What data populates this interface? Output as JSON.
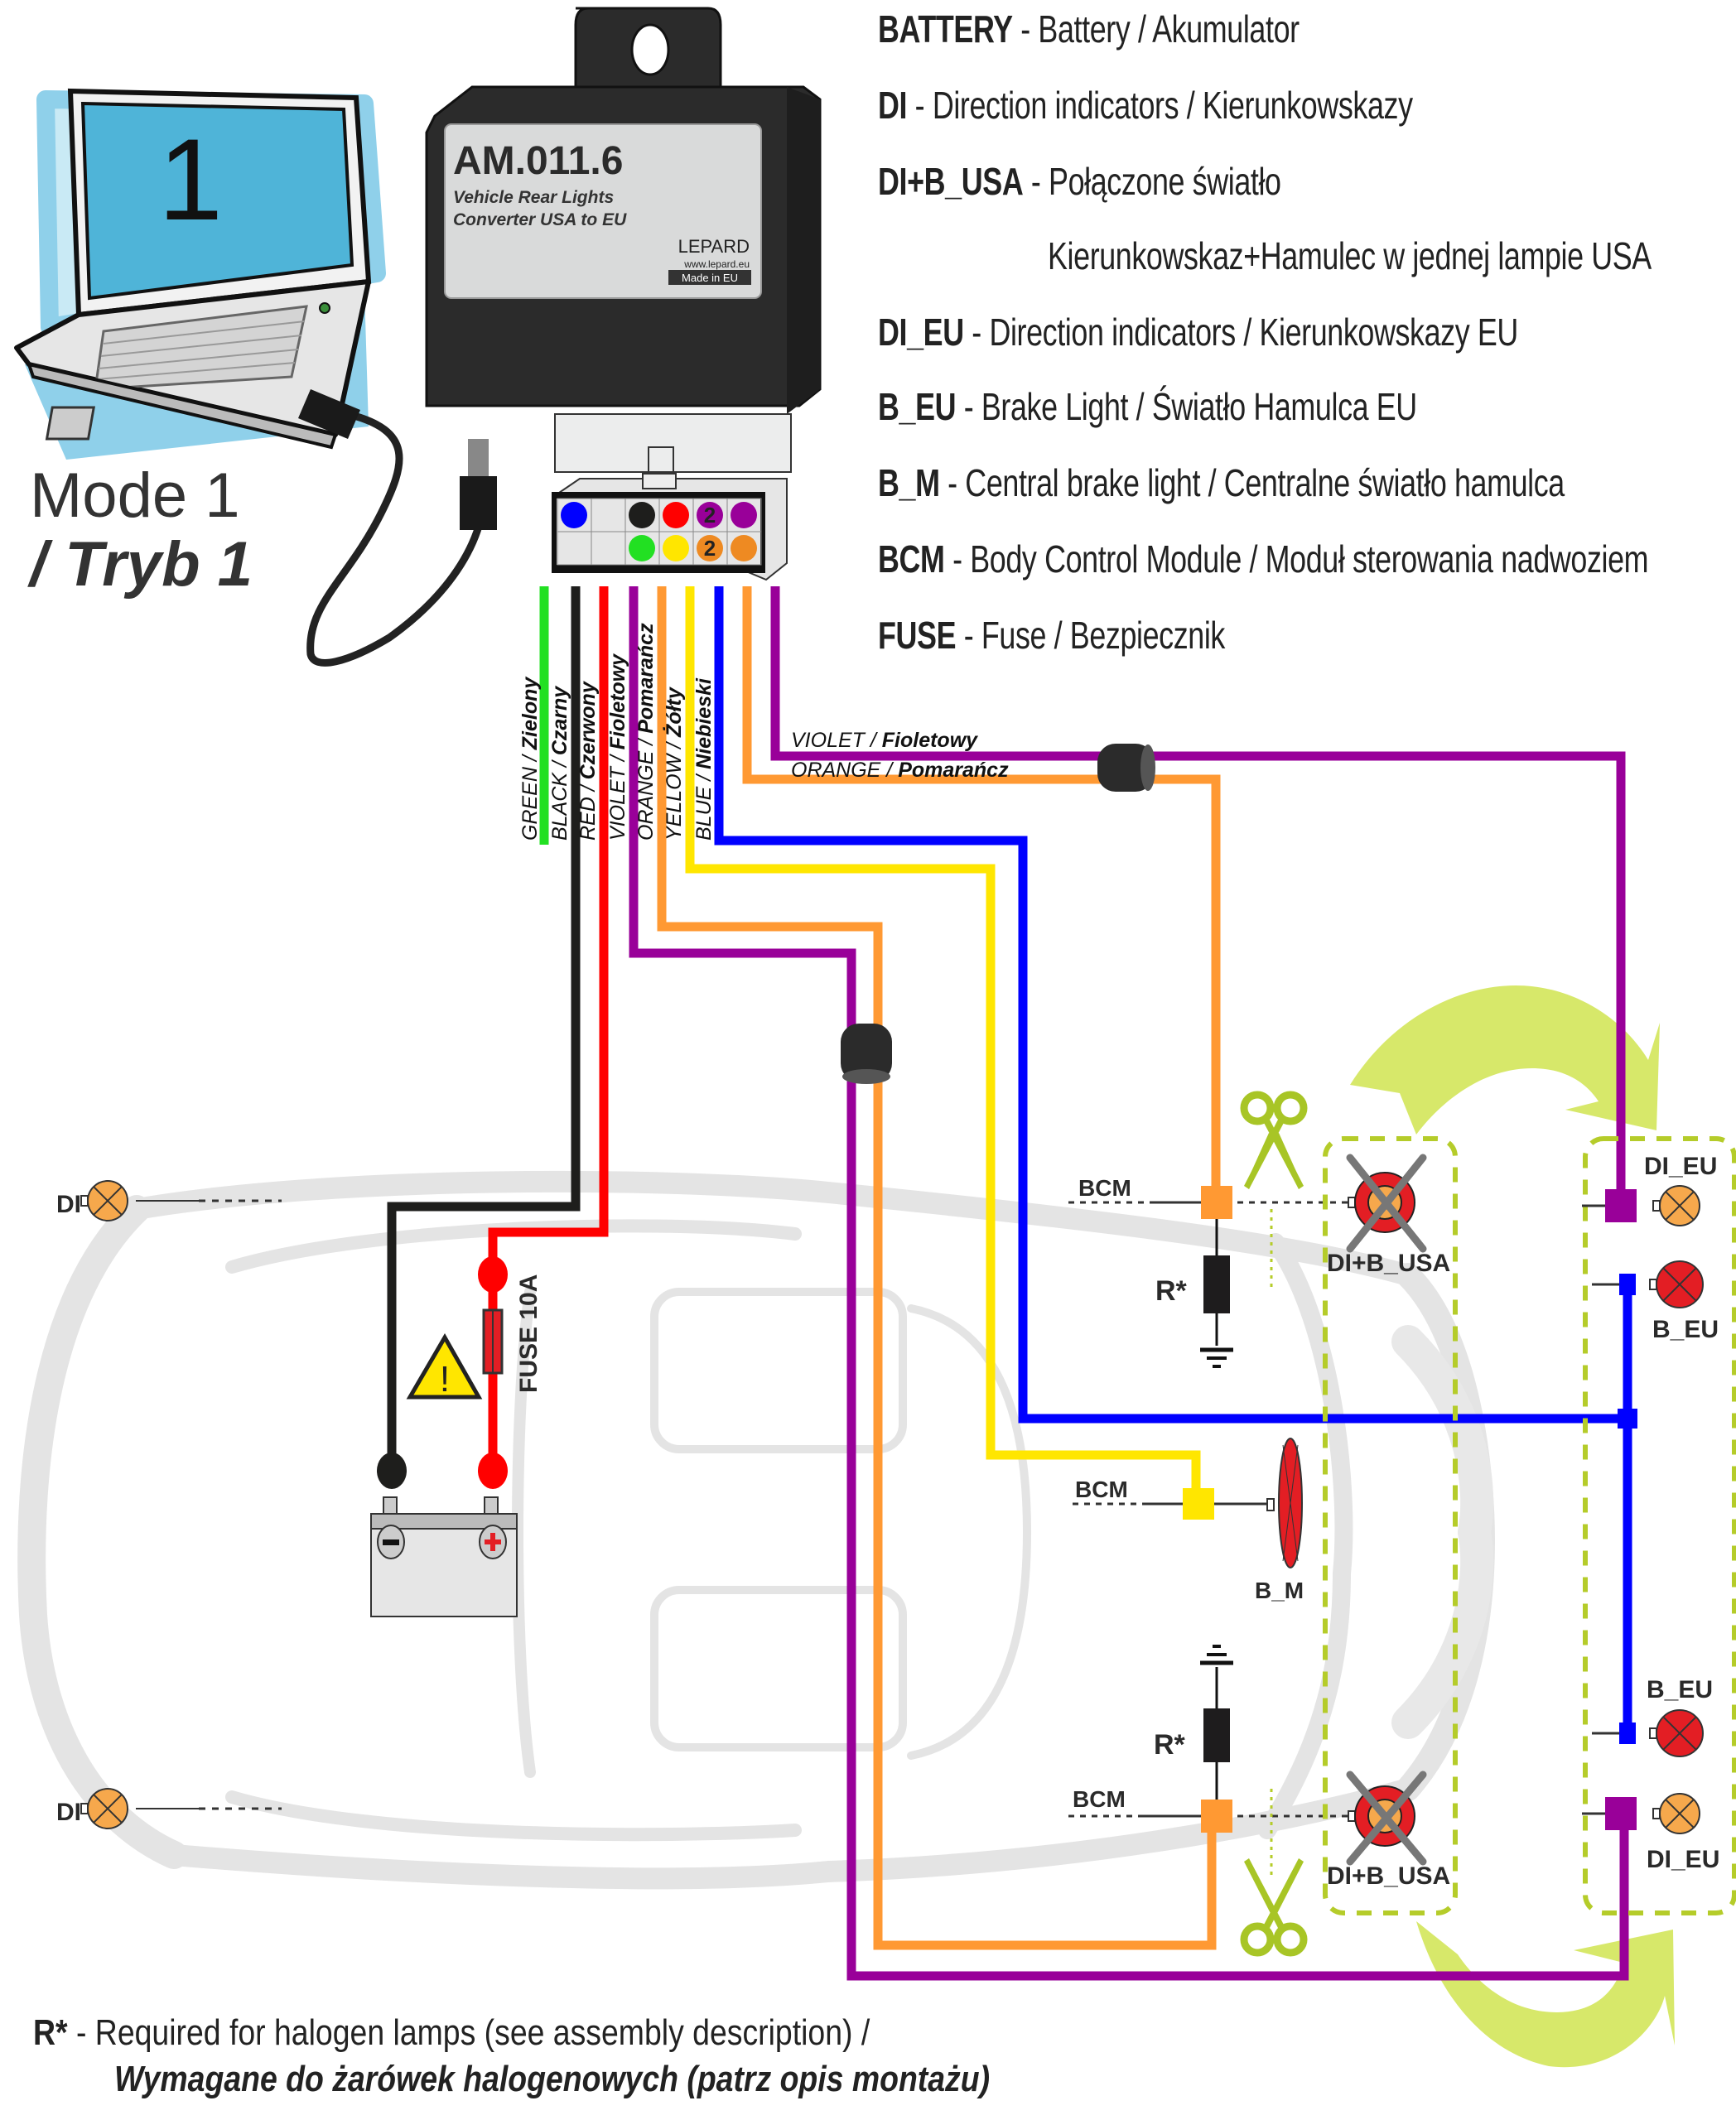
{
  "mode": {
    "line1": "Mode 1",
    "line2": "/ Tryb 1",
    "laptop_screen_number": "1"
  },
  "module": {
    "model": "AM.011.6",
    "subtitle_line1": "Vehicle Rear Lights",
    "subtitle_line2": "Converter USA to EU",
    "brand": "LEPARD",
    "website": "www.lepard.eu",
    "origin": "Made in EU"
  },
  "connector": {
    "top_row": [
      "blue",
      "empty",
      "black",
      "red",
      "violet-2",
      "violet"
    ],
    "bottom_row": [
      "empty",
      "empty",
      "green",
      "yellow",
      "orange-2",
      "orange"
    ],
    "pin_mark": "2"
  },
  "legend": [
    {
      "key": "BATTERY",
      "text": " - Battery / Akumulator"
    },
    {
      "key": "DI",
      "text": " - Direction indicators / Kierunkowskazy"
    },
    {
      "key": "DI+B_USA",
      "text": " - Połączone światło"
    },
    {
      "key": "",
      "text": "Kierunkowskaz+Hamulec w jednej lampie USA"
    },
    {
      "key": "DI_EU",
      "text": " - Direction indicators / Kierunkowskazy EU"
    },
    {
      "key": "B_EU",
      "text": " - Brake Light / Światło Hamulca EU"
    },
    {
      "key": "B_M",
      "text": " - Central brake light / Centralne światło hamulca"
    },
    {
      "key": "BCM",
      "text": " - Body Control Module / Moduł sterowania nadwoziem"
    },
    {
      "key": "FUSE",
      "text": " - Fuse / Bezpiecznik"
    }
  ],
  "wires": [
    {
      "en": "GREEN",
      "pl": "Zielony",
      "color": "#22e022"
    },
    {
      "en": "BLACK",
      "pl": "Czarny",
      "color": "#1e1e1c"
    },
    {
      "en": "RED",
      "pl": "Czerwony",
      "color": "#ff0000"
    },
    {
      "en": "VIOLET",
      "pl": "Fioletowy",
      "color": "#990099"
    },
    {
      "en": "ORANGE",
      "pl": "Pomarańcz",
      "color": "#ff9933"
    },
    {
      "en": "YELLOW",
      "pl": "Żółty",
      "color": "#ffe600"
    },
    {
      "en": "BLUE",
      "pl": "Niebieski",
      "color": "#0000ff"
    },
    {
      "en": "ORANGE",
      "pl": "Pomarańcz",
      "color": "#ff9933"
    },
    {
      "en": "VIOLET",
      "pl": "Fioletowy",
      "color": "#990099"
    }
  ],
  "horizontal_wire_labels": {
    "violet": {
      "en": "VIOLET / ",
      "pl": "Fioletowy"
    },
    "orange": {
      "en": "ORANGE / ",
      "pl": "Pomarańcz"
    }
  },
  "labels": {
    "di": "DI",
    "bcm": "BCM",
    "r_star": "R*",
    "di_b_usa": "DI+B_USA",
    "di_eu": "DI_EU",
    "b_eu": "B_EU",
    "b_m": "B_M",
    "fuse": "FUSE 10A",
    "warning": "!"
  },
  "footnote": {
    "key": "R*",
    "text_en": " - Required for halogen lamps (see assembly description) /",
    "text_pl": "Wymagane do żarówek halogenowych (patrz opis montażu)"
  },
  "colors": {
    "accent_green": "#d7e86a",
    "dash_green": "#b5cc2a",
    "lamp_orange": "#f6a84c",
    "lamp_red": "#e31e24",
    "car_outline": "#e6e6e6",
    "module_body": "#2b2b2b",
    "laptop_screen": "#4fb4d8"
  }
}
